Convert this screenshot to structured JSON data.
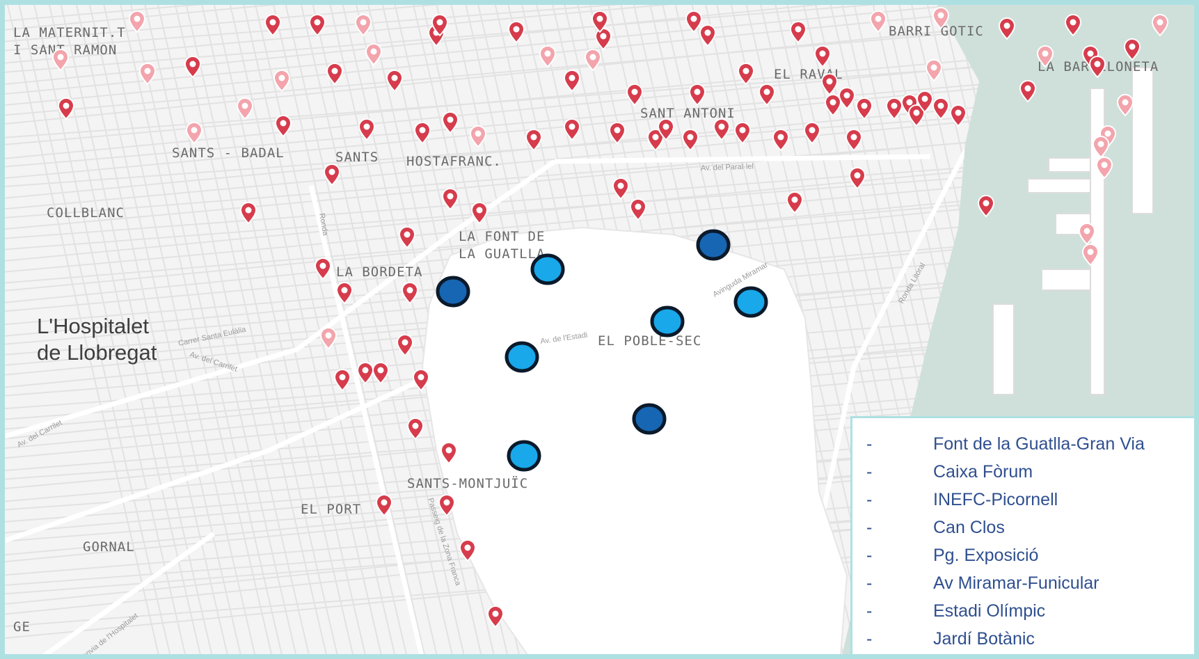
{
  "map": {
    "area_labels": [
      {
        "id": "la-maternitat",
        "lines": [
          "LA MATERNIT.T",
          "I SANT RAMON"
        ]
      },
      {
        "id": "sants-badal",
        "lines": [
          "SANTS - BADAL"
        ]
      },
      {
        "id": "sants",
        "lines": [
          "SANTS"
        ]
      },
      {
        "id": "hostafrancs",
        "lines": [
          "HOSTAFRANC."
        ]
      },
      {
        "id": "collblanc",
        "lines": [
          "COLLBLANC"
        ]
      },
      {
        "id": "la-font-de-la-guatlla",
        "lines": [
          "LA FONT DE",
          "LA GUATLLA"
        ]
      },
      {
        "id": "la-bordeta",
        "lines": [
          "LA BORDETA"
        ]
      },
      {
        "id": "el-poble-sec",
        "lines": [
          "EL POBLE-SEC"
        ]
      },
      {
        "id": "sants-montjuic",
        "lines": [
          "SANTS-MONTJUÏC"
        ]
      },
      {
        "id": "el-port",
        "lines": [
          "EL PORT"
        ]
      },
      {
        "id": "gornal",
        "lines": [
          "GORNAL"
        ]
      },
      {
        "id": "ge",
        "lines": [
          "GE"
        ]
      },
      {
        "id": "barri-gotic",
        "lines": [
          "BARRI GOTIC"
        ]
      },
      {
        "id": "la-barceloneta",
        "lines": [
          "LA BARCELONETA"
        ]
      },
      {
        "id": "el-raval",
        "lines": [
          "EL RAVAL"
        ]
      },
      {
        "id": "sant-antoni",
        "lines": [
          "SANT ANTONI"
        ]
      }
    ],
    "city_label": [
      "L'Hospitalet",
      "de Llobregat"
    ],
    "street_labels": [
      {
        "id": "av-del-parallel",
        "text": "Av. del Paral·lel"
      },
      {
        "id": "carrer-santa-eulalia",
        "text": "Carrer Santa Eulàlia"
      },
      {
        "id": "av-del-carrilet",
        "text": "Av. del Carrilet"
      },
      {
        "id": "av-del-carrilet-2",
        "text": "Av. del Carrilet"
      },
      {
        "id": "ronda-litoral",
        "text": "Ronda Litoral"
      },
      {
        "id": "av-miramar",
        "text": "Avinguda Miramar"
      },
      {
        "id": "gran-via",
        "text": "Granvia de l'Hospitalet"
      },
      {
        "id": "passeig-zona-franca",
        "text": "Passeig de la Zona Franca"
      },
      {
        "id": "av-estadi",
        "text": "Av. de l'Estadi"
      },
      {
        "id": "ronda",
        "text": "Ronda"
      }
    ],
    "colors": {
      "background": "#f4f4f4",
      "sea": "#cfe0da",
      "park": "#ffffff",
      "frame": "#aee0e2",
      "pin": "#d63c4c",
      "pin_light": "#f3a4ac",
      "stop_light": "#19a8ea",
      "stop_dark": "#1766b3",
      "legend_text": "#2f4f8f"
    }
  },
  "legend": {
    "items": [
      {
        "dash": "-",
        "text": "Font de la Guatlla-Gran Via"
      },
      {
        "dash": "-",
        "text": "Caixa Fòrum"
      },
      {
        "dash": "-",
        "text": "INEFC-Picornell"
      },
      {
        "dash": "-",
        "text": "Can Clos"
      },
      {
        "dash": "-",
        "text": "Pg. Exposició"
      },
      {
        "dash": "-",
        "text": "Av Miramar-Funicular"
      },
      {
        "dash": "-",
        "text": "Estadi Olímpic"
      },
      {
        "dash": "-",
        "text": "Jardí Botànic"
      }
    ]
  }
}
